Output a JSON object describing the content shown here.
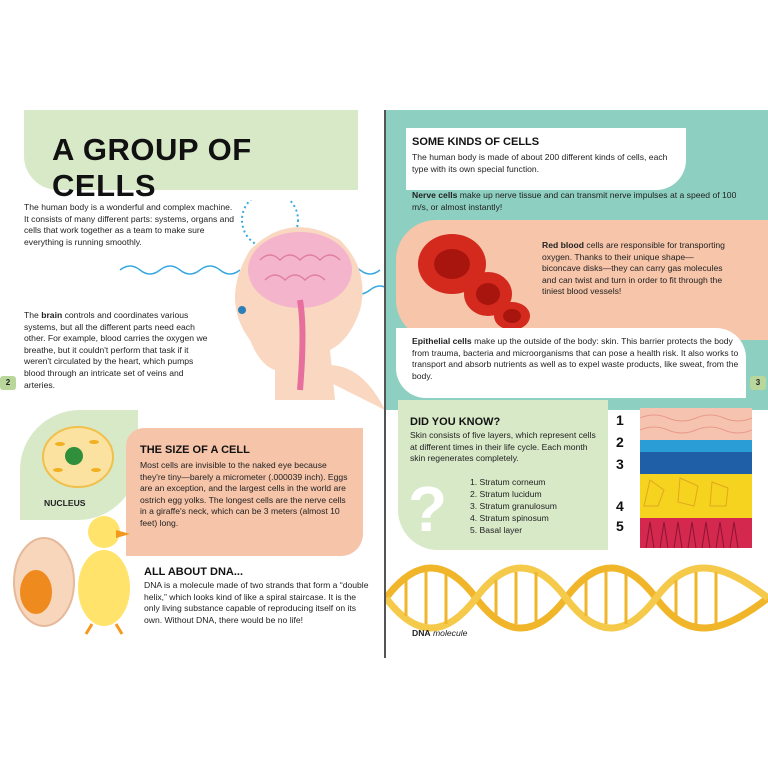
{
  "left": {
    "title": "A GROUP OF CELLS",
    "intro": "The human body is a wonderful and complex machine. It consists of many different parts: systems, organs and cells that work together as a team to make sure everything is running smoothly.",
    "brain_bold": "brain",
    "brain_pre": "The ",
    "brain_post": " controls and coordinates various systems, but all the different parts need each other. For example, blood carries the oxygen we breathe, but it couldn't perform that task if it weren't circulated by the heart, which pumps blood through an intricate set of veins and arteries.",
    "page_number": "2",
    "nucleus_label": "NUCLEUS",
    "size_title": "THE SIZE OF A CELL",
    "size_text": "Most cells are invisible to the naked eye because they're tiny—barely a micrometer (.000039 inch). Eggs are an exception, and the largest cells in the world are ostrich egg yolks. The longest cells are the nerve cells in a giraffe's neck, which can be 3 meters (almost 10 feet) long.",
    "dna_title": "ALL ABOUT DNA...",
    "dna_text": "DNA is a molecule made of two strands that form a “double helix,” which looks kind of like a spiral staircase. It is the only living substance capable of reproducing itself on its own. Without DNA, there would be no life!"
  },
  "right": {
    "kinds_title": "SOME KINDS OF CELLS",
    "kinds_text": "The human body is made of about  200 different kinds of cells, each type with its own special function.",
    "nerve_bold": "Nerve cells",
    "nerve_text": " make up nerve tissue and can transmit nerve impulses at a speed of 100 m/s, or almost instantly!",
    "blood_bold": "Red blood",
    "blood_text": " cells are responsible for transporting oxygen. Thanks to their unique shape—biconcave disks—they can carry gas molecules and can twist and turn in order to fit through the tiniest blood vessels!",
    "epi_bold": "Epithelial cells",
    "epi_text": " make up the outside of the body: skin. This barrier protects the body from trauma, bacteria and microorganisms that can pose a health risk. It also works to transport and absorb nutrients as well as to expel waste products, like sweat, from the body.",
    "page_number": "3",
    "know_title": "DID YOU KNOW?",
    "know_text": "Skin consists of five layers, which represent cells at different times in their life cycle. Each month skin regenerates completely.",
    "layers": [
      "1. Stratum corneum",
      "2. Stratum lucidum",
      "3. Stratum granulosum",
      "4. Stratum spinosum",
      "5. Basal layer"
    ],
    "skin_numbers": [
      "1",
      "2",
      "3",
      "4",
      "5"
    ],
    "caption_bold": "DNA",
    "caption_italic": "molecule"
  },
  "colors": {
    "green_panel": "#d8e9c8",
    "peach_panel": "#f5c4a9",
    "teal": "#8dcfc0",
    "dna_yellow": "#f1b52a",
    "blood_red": "#d42a1e"
  }
}
